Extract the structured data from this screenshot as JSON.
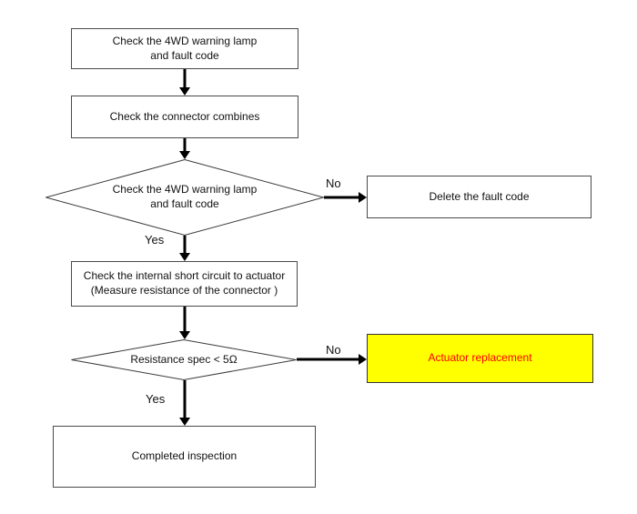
{
  "page": {
    "background": "#ffffff"
  },
  "colors": {
    "box_border": "#4a4a4a",
    "line": "#000000",
    "highlight_fill": "#ffff00",
    "highlight_text": "#ff0000"
  },
  "flowchart": {
    "start_box": {
      "text": "Check the 4WD warning lamp\nand fault code"
    },
    "connector_box": {
      "text": "Check the connector combines"
    },
    "lamp_decision": {
      "text": "Check the 4WD warning lamp\nand fault code",
      "yes_label": "Yes",
      "no_label": "No"
    },
    "delete_box": {
      "text": "Delete the fault code"
    },
    "short_circuit_box": {
      "text": "Check the internal short circuit to actuator\n(Measure resistance of the connector )"
    },
    "resistance_decision": {
      "text": "Resistance spec < 5Ω",
      "yes_label": "Yes",
      "no_label": "No"
    },
    "actuator_box": {
      "text": "Actuator replacement",
      "fill": "#ffff00",
      "text_color": "#ff0000"
    },
    "completed_box": {
      "text": "Completed inspection"
    }
  }
}
